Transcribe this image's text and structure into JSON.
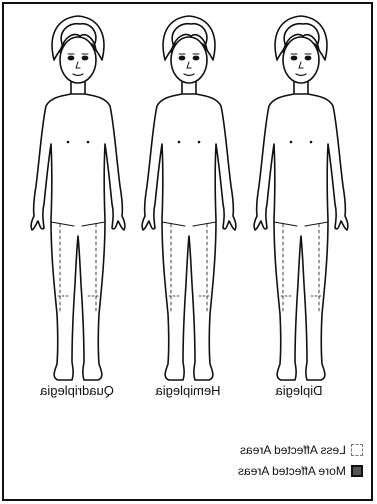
{
  "figures": [
    {
      "id": "diplegia",
      "label": "Diplegia"
    },
    {
      "id": "hemiplegia",
      "label": "Hemiplegia"
    },
    {
      "id": "quadriplegia",
      "label": "Quadriplegia"
    }
  ],
  "legend": {
    "less": "Less Affected Areas",
    "more": "More Affected Areas"
  },
  "colors": {
    "line": "#111111",
    "less_swatch": "#ffffff",
    "more_swatch": "#555555"
  }
}
